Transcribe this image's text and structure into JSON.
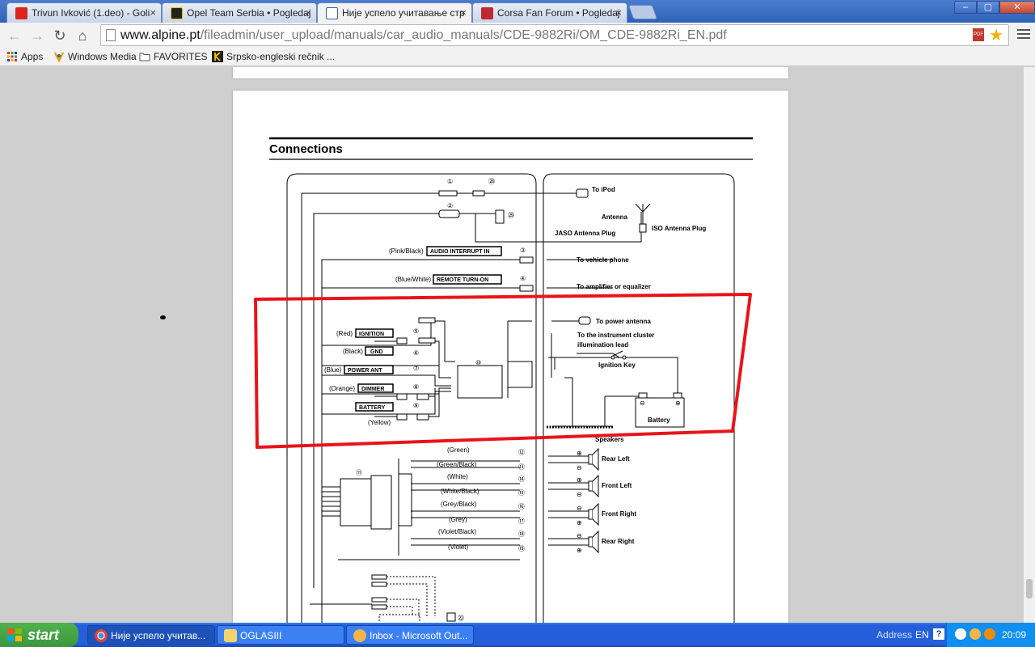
{
  "browser": {
    "tabs": [
      {
        "title": "Trivun Ivković (1.deo) - Goli",
        "favicon": "youtube-icon",
        "color": "#d9261c"
      },
      {
        "title": "Opel Team Serbia • Pogledaj",
        "favicon": "opel-team-icon",
        "color": "#222222"
      },
      {
        "title": "Није успело учитавање стр",
        "favicon": "page-icon",
        "color": "#3a5fa8"
      },
      {
        "title": "Corsa Fan Forum • Pogledaj",
        "favicon": "corsa-fan-icon",
        "color": "#c0282d"
      }
    ],
    "window_buttons": {
      "minimize": "–",
      "maximize": "▢",
      "close": "✕"
    },
    "url_host": "www.alpine.pt",
    "url_path": "/fileadmin/user_upload/manuals/car_audio_manuals/CDE-9882Ri/OM_CDE-9882Ri_EN.pdf",
    "bookmarks": [
      {
        "label": "Apps",
        "icon": "apps-grid-icon"
      },
      {
        "label": "Windows Media",
        "icon": "windows-media-icon"
      },
      {
        "label": "FAVORITES",
        "icon": "folder-icon"
      },
      {
        "label": "Srpsko-engleski rečnik ...",
        "icon": "k-icon"
      }
    ]
  },
  "document": {
    "heading": "Connections",
    "labels": {
      "n1": "①",
      "n28": "㉘",
      "to_ipod": "To iPod",
      "n2": "②",
      "n29": "㉙",
      "antenna": "Antenna",
      "jaso": "JASO Antenna Plug",
      "iso": "ISO Antenna Plug",
      "pink_black": "(Pink/Black)",
      "audio_interrupt": "AUDIO INTERRUPT IN",
      "n3": "③",
      "to_phone": "To vehicle phone",
      "blue_white": "(Blue/White)",
      "remote_turn_on": "REMOTE TURN-ON",
      "n4": "④",
      "to_amp": "To amplifier or equalizer",
      "to_power_antenna": "To power antenna",
      "to_instrument": "To the instrument cluster",
      "illumination": "illumination lead",
      "red": "(Red)",
      "ignition": "IGNITION",
      "n5": "⑤",
      "black": "(Black)",
      "gnd": "GND",
      "n6": "⑥",
      "n10": "⑩",
      "ignition_key": "Ignition Key",
      "blue": "(Blue)",
      "power_ant": "POWER ANT",
      "n7": "⑦",
      "orange": "(Orange)",
      "dimmer": "DIMMER",
      "n8": "⑧",
      "battery_label": "BATTERY",
      "n9": "⑨",
      "yellow": "(Yellow)",
      "battery": "Battery",
      "speakers": "Speakers",
      "green": "(Green)",
      "n12": "⑫",
      "n11": "⑪",
      "green_black": "(Green/Black)",
      "n13": "⑬",
      "rear_left": "Rear Left",
      "white": "(White)",
      "n14": "⑭",
      "white_black": "(White/Black)",
      "n15": "⑮",
      "front_left": "Front Left",
      "grey_black": "(Grey/Black)",
      "n16": "⑯",
      "front_right": "Front Right",
      "grey": "(Grey)",
      "n17": "⑰",
      "violet_black": "(Violet/Black)",
      "n18": "⑱",
      "rear_right": "Rear Right",
      "violet": "(Violet)",
      "n19": "⑲",
      "n22": "㉒",
      "plus": "⊕",
      "minus": "⊖"
    }
  },
  "taskbar": {
    "start": "start",
    "tasks": [
      {
        "label": "Није успело учитав...",
        "icon": "chrome-icon"
      },
      {
        "label": "OGLASIII",
        "icon": "folder-icon"
      },
      {
        "label": "Inbox - Microsoft Out...",
        "icon": "outlook-icon"
      }
    ],
    "address": "Address",
    "lang": "EN",
    "clock": "20:09"
  },
  "colors": {
    "annotation": "#e8141c",
    "tab_strip": "#2f63b9",
    "taskbar": "#245edb"
  }
}
